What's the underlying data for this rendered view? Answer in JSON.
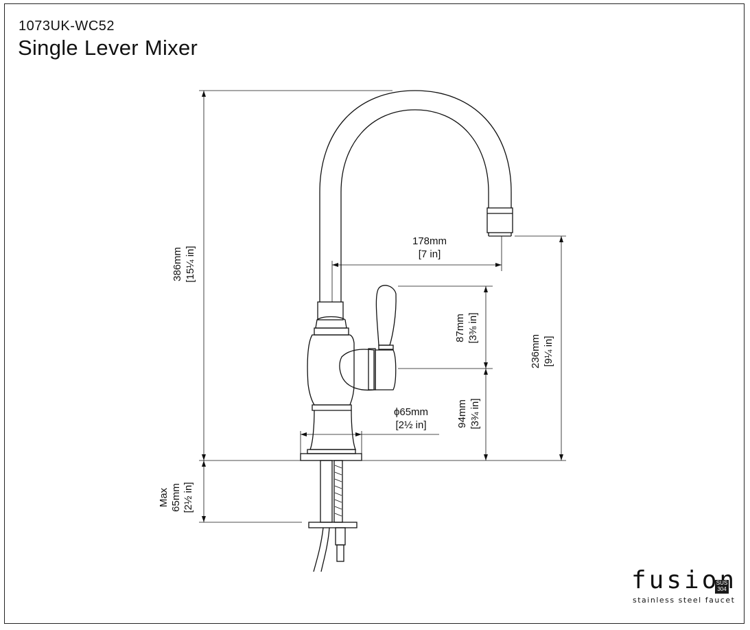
{
  "header": {
    "model_code": "1073UK-WC52",
    "product_name": "Single Lever Mixer"
  },
  "dimensions": {
    "total_height": {
      "mm": "386mm",
      "in": "[15¼ in]"
    },
    "reach": {
      "mm": "178mm",
      "in": "[7 in]"
    },
    "spout_height": {
      "mm": "236mm",
      "in": "[9¼ in]"
    },
    "lever_height": {
      "mm": "87mm",
      "in": "[3⅜ in]"
    },
    "body_height": {
      "mm": "94mm",
      "in": "[3¾ in]"
    },
    "base_diameter": {
      "mm": "ϕ65mm",
      "in": "[2½ in]"
    },
    "max_deck": {
      "label": "Max",
      "mm": "65mm",
      "in": "[2½ in]"
    }
  },
  "brand": {
    "logo_text": "fusion",
    "badge_line1": "SUS",
    "badge_line2": "304",
    "tagline": "stainless steel faucet"
  }
}
